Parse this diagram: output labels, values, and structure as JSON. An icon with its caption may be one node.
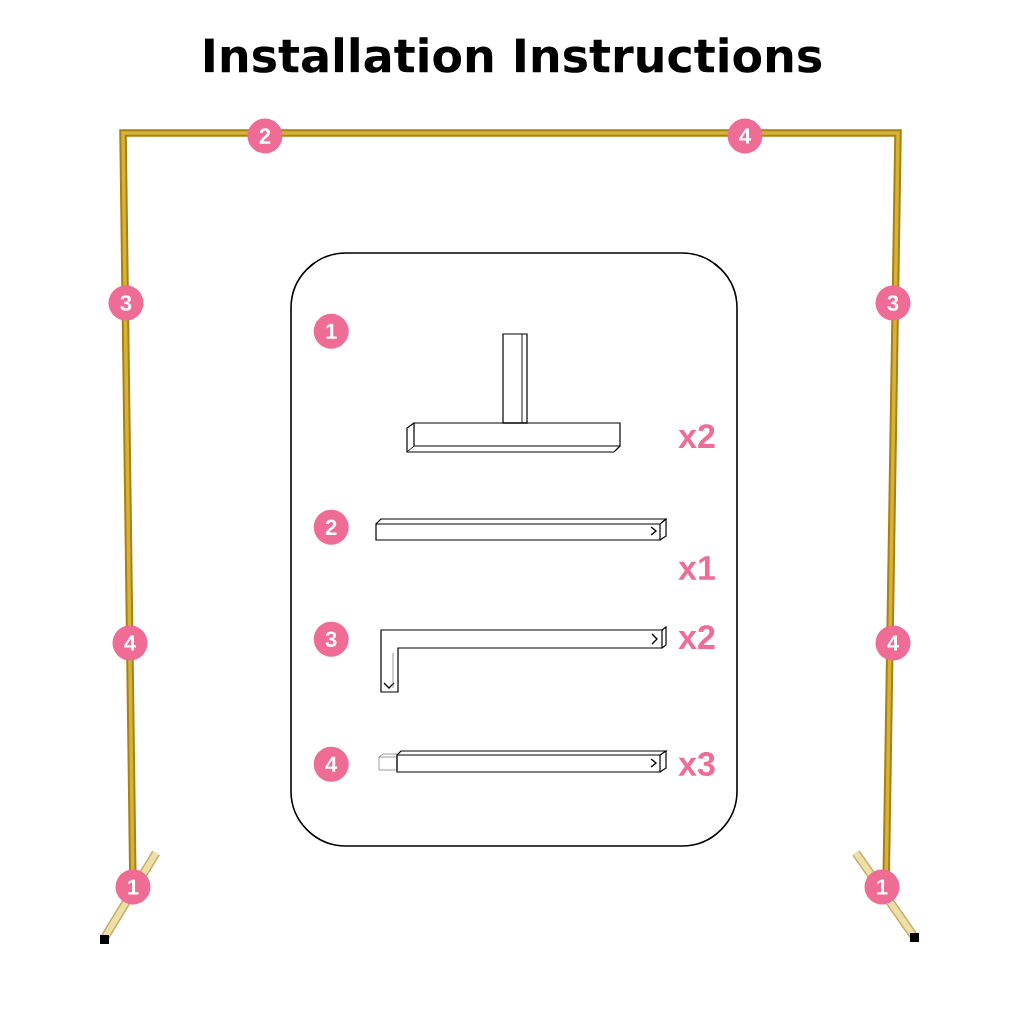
{
  "diagram": {
    "title": "Installation Instructions",
    "nodes": [
      {
        "text": [
          "2"
        ]
      },
      {
        "text": [
          "4"
        ]
      },
      {
        "text": [],
        "shape": "box"
      },
      {
        "text": [
          "1"
        ],
        "in": 2
      },
      {
        "text": [
          "2"
        ],
        "in": 2
      },
      {
        "text": [
          "3"
        ],
        "in": 2
      },
      {
        "text": [
          "4"
        ],
        "in": 2
      },
      {
        "text": [
          "3"
        ]
      },
      {
        "text": [
          "3"
        ]
      },
      {
        "text": [
          "4"
        ]
      },
      {
        "text": [
          "4"
        ]
      },
      {
        "text": [
          "1"
        ]
      },
      {
        "text": [
          "1"
        ]
      }
    ],
    "labels": [
      "x2",
      "x1",
      "x2",
      "x3"
    ]
  }
}
